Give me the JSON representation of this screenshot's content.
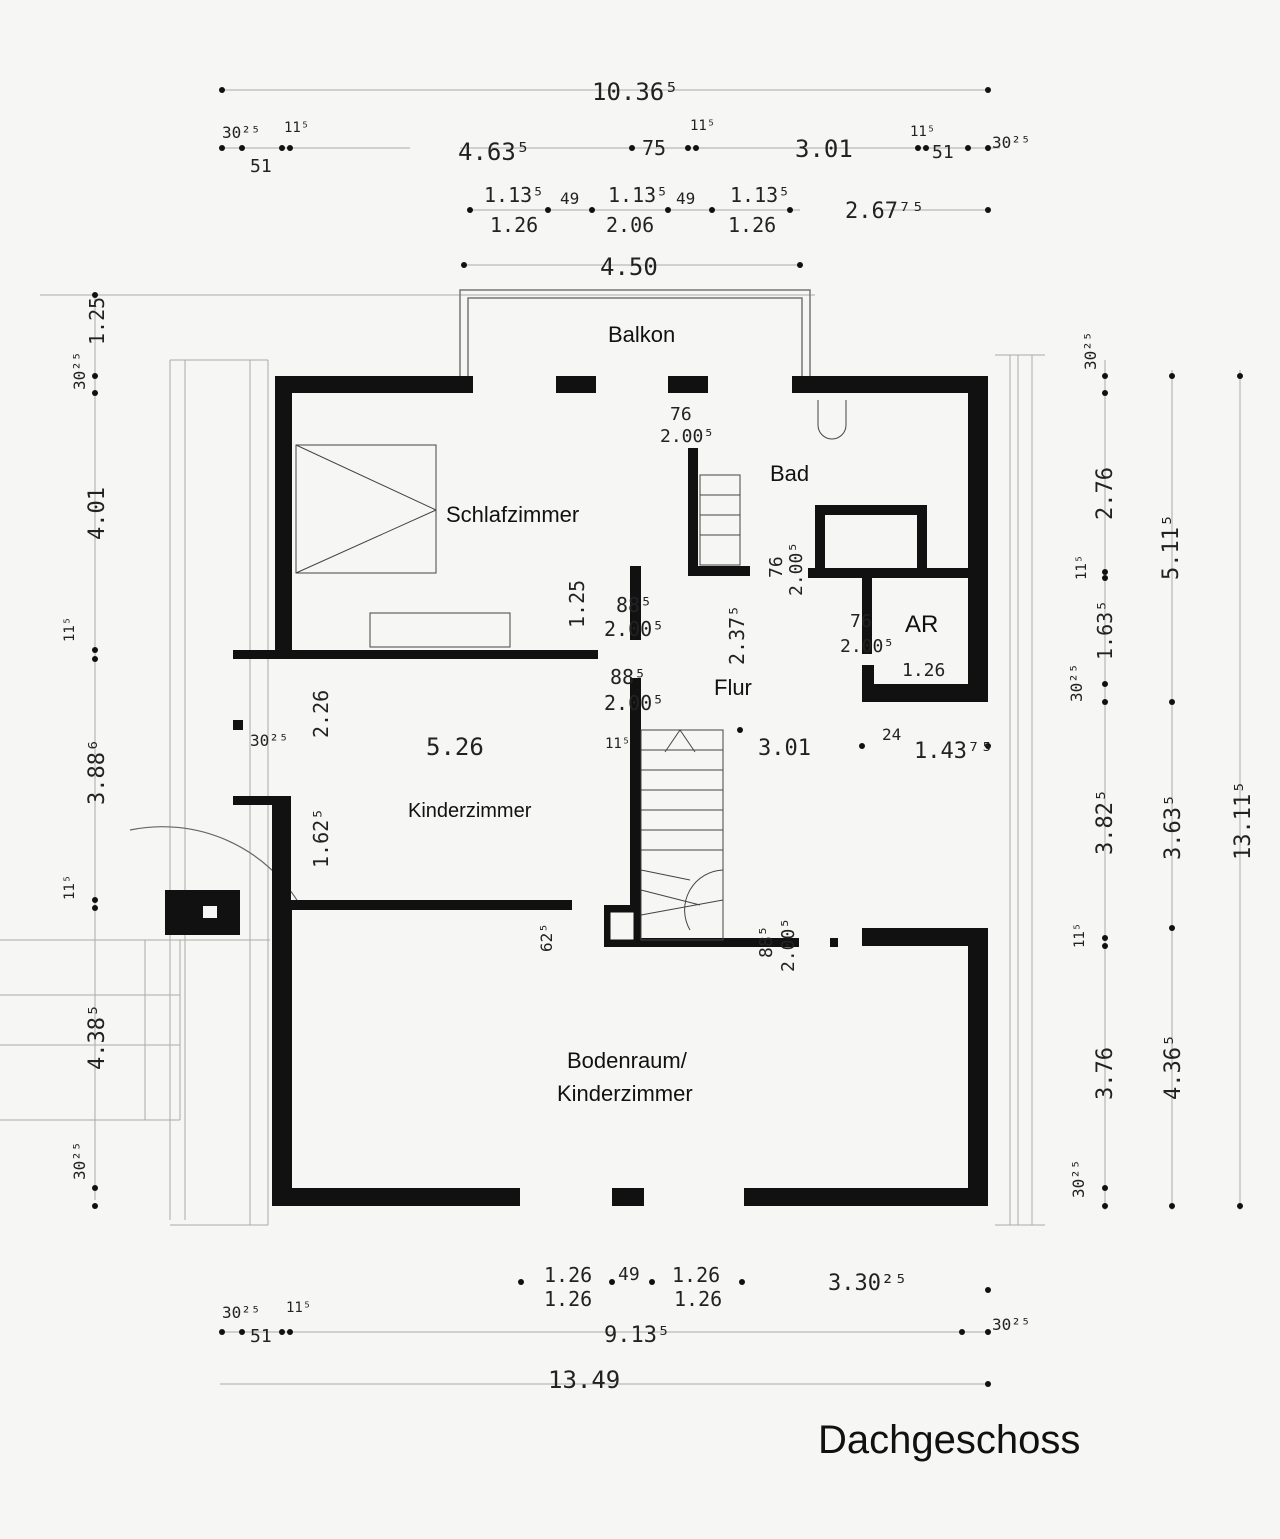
{
  "title": "Dachgeschoss",
  "rooms": {
    "balkon": "Balkon",
    "schlafzimmer": "Schlafzimmer",
    "bad": "Bad",
    "ar": "AR",
    "flur": "Flur",
    "kinderzimmer": "Kinderzimmer",
    "bodenraum_1": "Bodenraum/",
    "bodenraum_2": "Kinderzimmer"
  },
  "dims": {
    "top_total": "10.36⁵",
    "top_l30": "30²⁵",
    "top_l115": "11⁵",
    "top_l51": "51",
    "top_463": "4.63⁵",
    "top_75": "75",
    "top_115b": "11⁵",
    "top_301": "3.01",
    "top_r115": "11⁵",
    "top_r51": "51",
    "top_r30": "30²⁵",
    "w1a": "1.13⁵",
    "w1b": "1.26",
    "w49a": "49",
    "w2a": "1.13⁵",
    "w2b": "2.06",
    "w49b": "49",
    "w3a": "1.13⁵",
    "w3b": "1.26",
    "w2677": "2.67⁷⁵",
    "w450": "4.50",
    "l30a": "30²⁵",
    "l125": "1.25",
    "l401": "4.01",
    "l115a": "11⁵",
    "l388": "3.88⁶",
    "l115b": "11⁵",
    "l438": "4.38⁵",
    "l30b": "30²⁵",
    "r30a": "30²⁵",
    "r276": "2.76",
    "r511": "5.11⁵",
    "r115a": "11⁵",
    "r163": "1.63⁵",
    "r30b": "30²⁵",
    "r382": "3.82⁵",
    "r363": "3.63⁵",
    "r1311": "13.11⁵",
    "r115b": "11⁵",
    "r376": "3.76",
    "r436": "4.36⁵",
    "r30c": "30²⁵",
    "d76a": "76",
    "d200a": "2.00⁵",
    "d76b": "76",
    "d200b": "2.00⁵",
    "d76c": "76",
    "d200c": "2.00⁵",
    "d125": "1.25",
    "d88a": "88⁵",
    "d200d": "2.00⁵",
    "d237": "2.37⁵",
    "d126": "1.26",
    "d88b": "88⁵",
    "d200e": "2.00⁵",
    "d526": "5.26",
    "d115": "11⁵",
    "d301": "3.01",
    "d24": "24",
    "d1437": "1.43⁷⁵",
    "d30k": "30²⁵",
    "d226": "2.26",
    "d162": "1.62⁵",
    "d625": "62⁵",
    "d88c": "88⁵",
    "d200f": "2.00⁵",
    "b126a": "1.26",
    "b126b": "1.26",
    "b49": "49",
    "b126c": "1.26",
    "b126d": "1.26",
    "b3302": "3.30²⁵",
    "b30": "30²⁵",
    "b51": "51",
    "b115": "11⁵",
    "b913": "9.13⁵",
    "b30r": "30²⁵",
    "b1349": "13.49"
  }
}
